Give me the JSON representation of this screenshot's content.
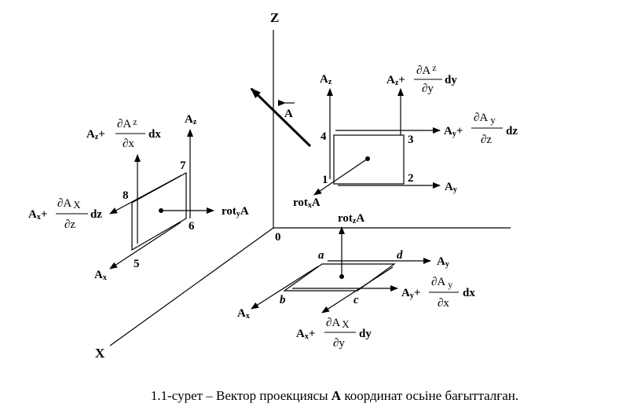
{
  "axes": {
    "z": "Z",
    "x": "X",
    "origin": "0"
  },
  "vector": {
    "label": "A"
  },
  "yz_element": {
    "az_left": {
      "main": "A",
      "sub": "z"
    },
    "az_right": {
      "main": "A",
      "sub": "z",
      "plus": "+",
      "num": "∂A",
      "num_sub": "z",
      "den": "∂y",
      "suffix": "dy"
    },
    "ay_top": {
      "main": "A",
      "sub": "y",
      "plus": "+",
      "num": "∂A",
      "num_sub": "y",
      "den": "∂z",
      "suffix": "dz"
    },
    "ay_bottom": {
      "main": "A",
      "sub": "y"
    },
    "corners": [
      "1",
      "2",
      "3",
      "4"
    ],
    "rot": {
      "main": "rot",
      "sub": "x",
      "tail": "A"
    }
  },
  "xz_element": {
    "az_left": {
      "main": "A",
      "sub": "z",
      "plus": "+",
      "num": "∂A",
      "num_sub": "z",
      "den": "∂x",
      "suffix": "dx"
    },
    "az_right": {
      "main": "A",
      "sub": "z"
    },
    "ax_top": {
      "main": "A",
      "sub": "x",
      "plus": "+",
      "num": "∂A",
      "num_sub": "X",
      "den": "∂z",
      "suffix": "dz"
    },
    "ax_bottom": {
      "main": "A",
      "sub": "x"
    },
    "corners": [
      "5",
      "6",
      "7",
      "8"
    ],
    "rot": {
      "main": "rot",
      "sub": "y",
      "tail": "A"
    }
  },
  "xy_element": {
    "ay_top": {
      "main": "A",
      "sub": "y"
    },
    "ay_bottom": {
      "main": "A",
      "sub": "y",
      "plus": "+",
      "num": "∂A",
      "num_sub": "y",
      "den": "∂x",
      "suffix": "dx"
    },
    "ax_left": {
      "main": "A",
      "sub": "x"
    },
    "ax_right": {
      "main": "A",
      "sub": "x",
      "plus": "+",
      "num": "∂A",
      "num_sub": "X",
      "den": "∂y",
      "suffix": "dy"
    },
    "corners": [
      "a",
      "b",
      "c",
      "d"
    ],
    "rot": {
      "main": "rot",
      "sub": "z",
      "tail": "A"
    }
  },
  "caption": {
    "prefix": "1.1-сурет – Вектор проекциясы ",
    "bold": "A",
    "suffix": " координат осьіне бағытталған."
  }
}
